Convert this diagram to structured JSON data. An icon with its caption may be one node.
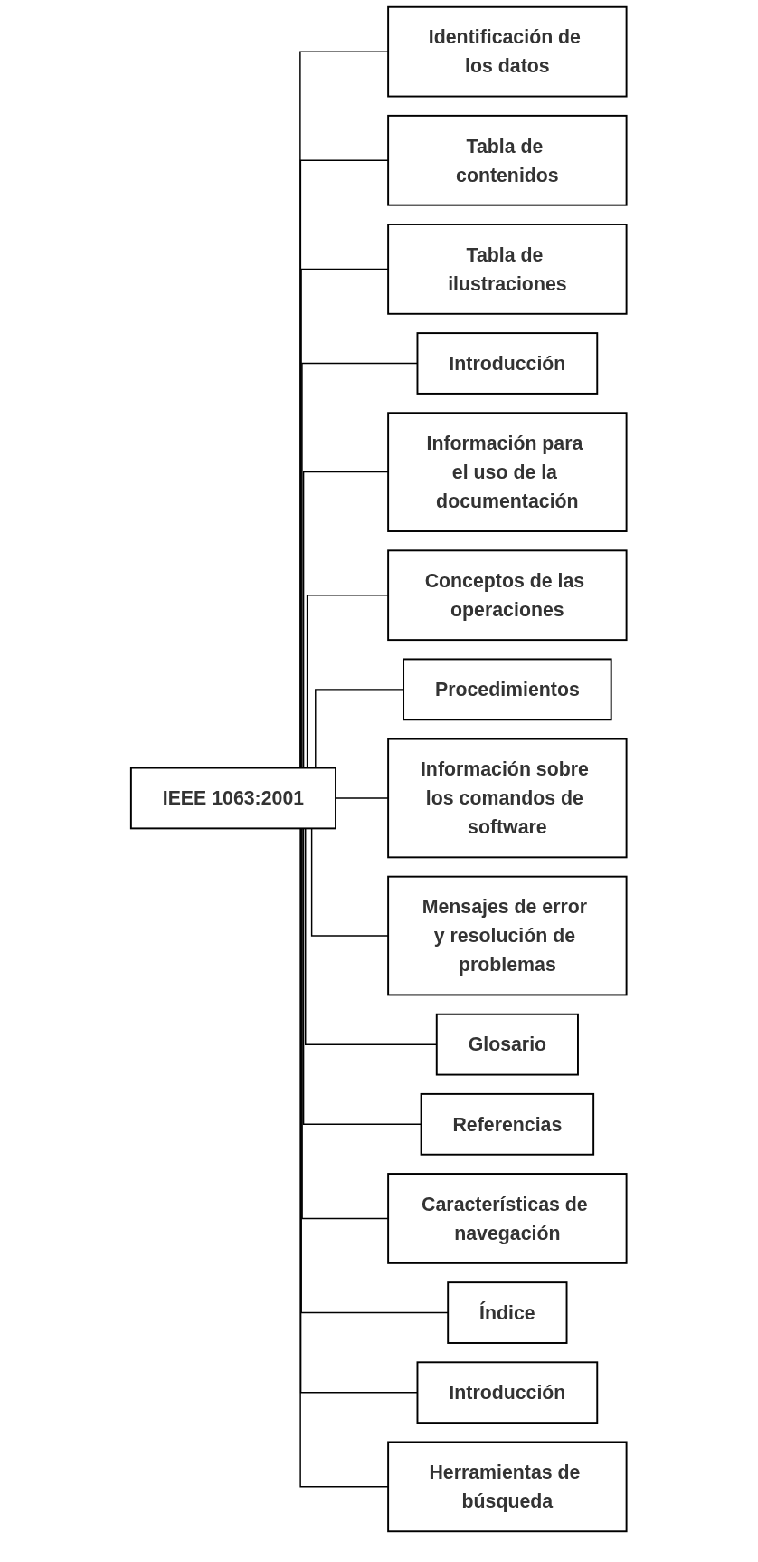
{
  "diagram": {
    "nodes": [
      {
        "text": [
          "IEEE 1063:2001"
        ]
      },
      {
        "text": [
          "Identificación de los datos"
        ]
      },
      {
        "text": [
          "Tabla de contenidos"
        ]
      },
      {
        "text": [
          "Tabla de ilustraciones"
        ]
      },
      {
        "text": [
          "Introducción"
        ]
      },
      {
        "text": [
          "Información para el uso de la documentación"
        ]
      },
      {
        "text": [
          "Conceptos de las operaciones"
        ]
      },
      {
        "text": [
          "Procedimientos"
        ]
      },
      {
        "text": [
          "Información sobre los comandos de software"
        ]
      },
      {
        "text": [
          "Mensajes de error y resolución de problemas"
        ]
      },
      {
        "text": [
          "Glosario"
        ]
      },
      {
        "text": [
          "Referencias"
        ]
      },
      {
        "text": [
          "Características de navegación"
        ]
      },
      {
        "text": [
          "Índice"
        ]
      },
      {
        "text": [
          "Introducción"
        ]
      },
      {
        "text": [
          "Herramientas de búsqueda"
        ]
      }
    ],
    "edges": [
      {
        "from": 0,
        "to": 1,
        "arrow": "none"
      },
      {
        "from": 0,
        "to": 2,
        "arrow": "none"
      },
      {
        "from": 0,
        "to": 3,
        "arrow": "none"
      },
      {
        "from": 0,
        "to": 4,
        "arrow": "none"
      },
      {
        "from": 0,
        "to": 5,
        "arrow": "none"
      },
      {
        "from": 0,
        "to": 6,
        "arrow": "none"
      },
      {
        "from": 0,
        "to": 7,
        "arrow": "none"
      },
      {
        "from": 0,
        "to": 8,
        "arrow": "none"
      },
      {
        "from": 0,
        "to": 9,
        "arrow": "none"
      },
      {
        "from": 0,
        "to": 10,
        "arrow": "none"
      },
      {
        "from": 0,
        "to": 11,
        "arrow": "none"
      },
      {
        "from": 0,
        "to": 12,
        "arrow": "none"
      },
      {
        "from": 0,
        "to": 13,
        "arrow": "none"
      },
      {
        "from": 0,
        "to": 14,
        "arrow": "none"
      },
      {
        "from": 0,
        "to": 15,
        "arrow": "none"
      }
    ]
  }
}
